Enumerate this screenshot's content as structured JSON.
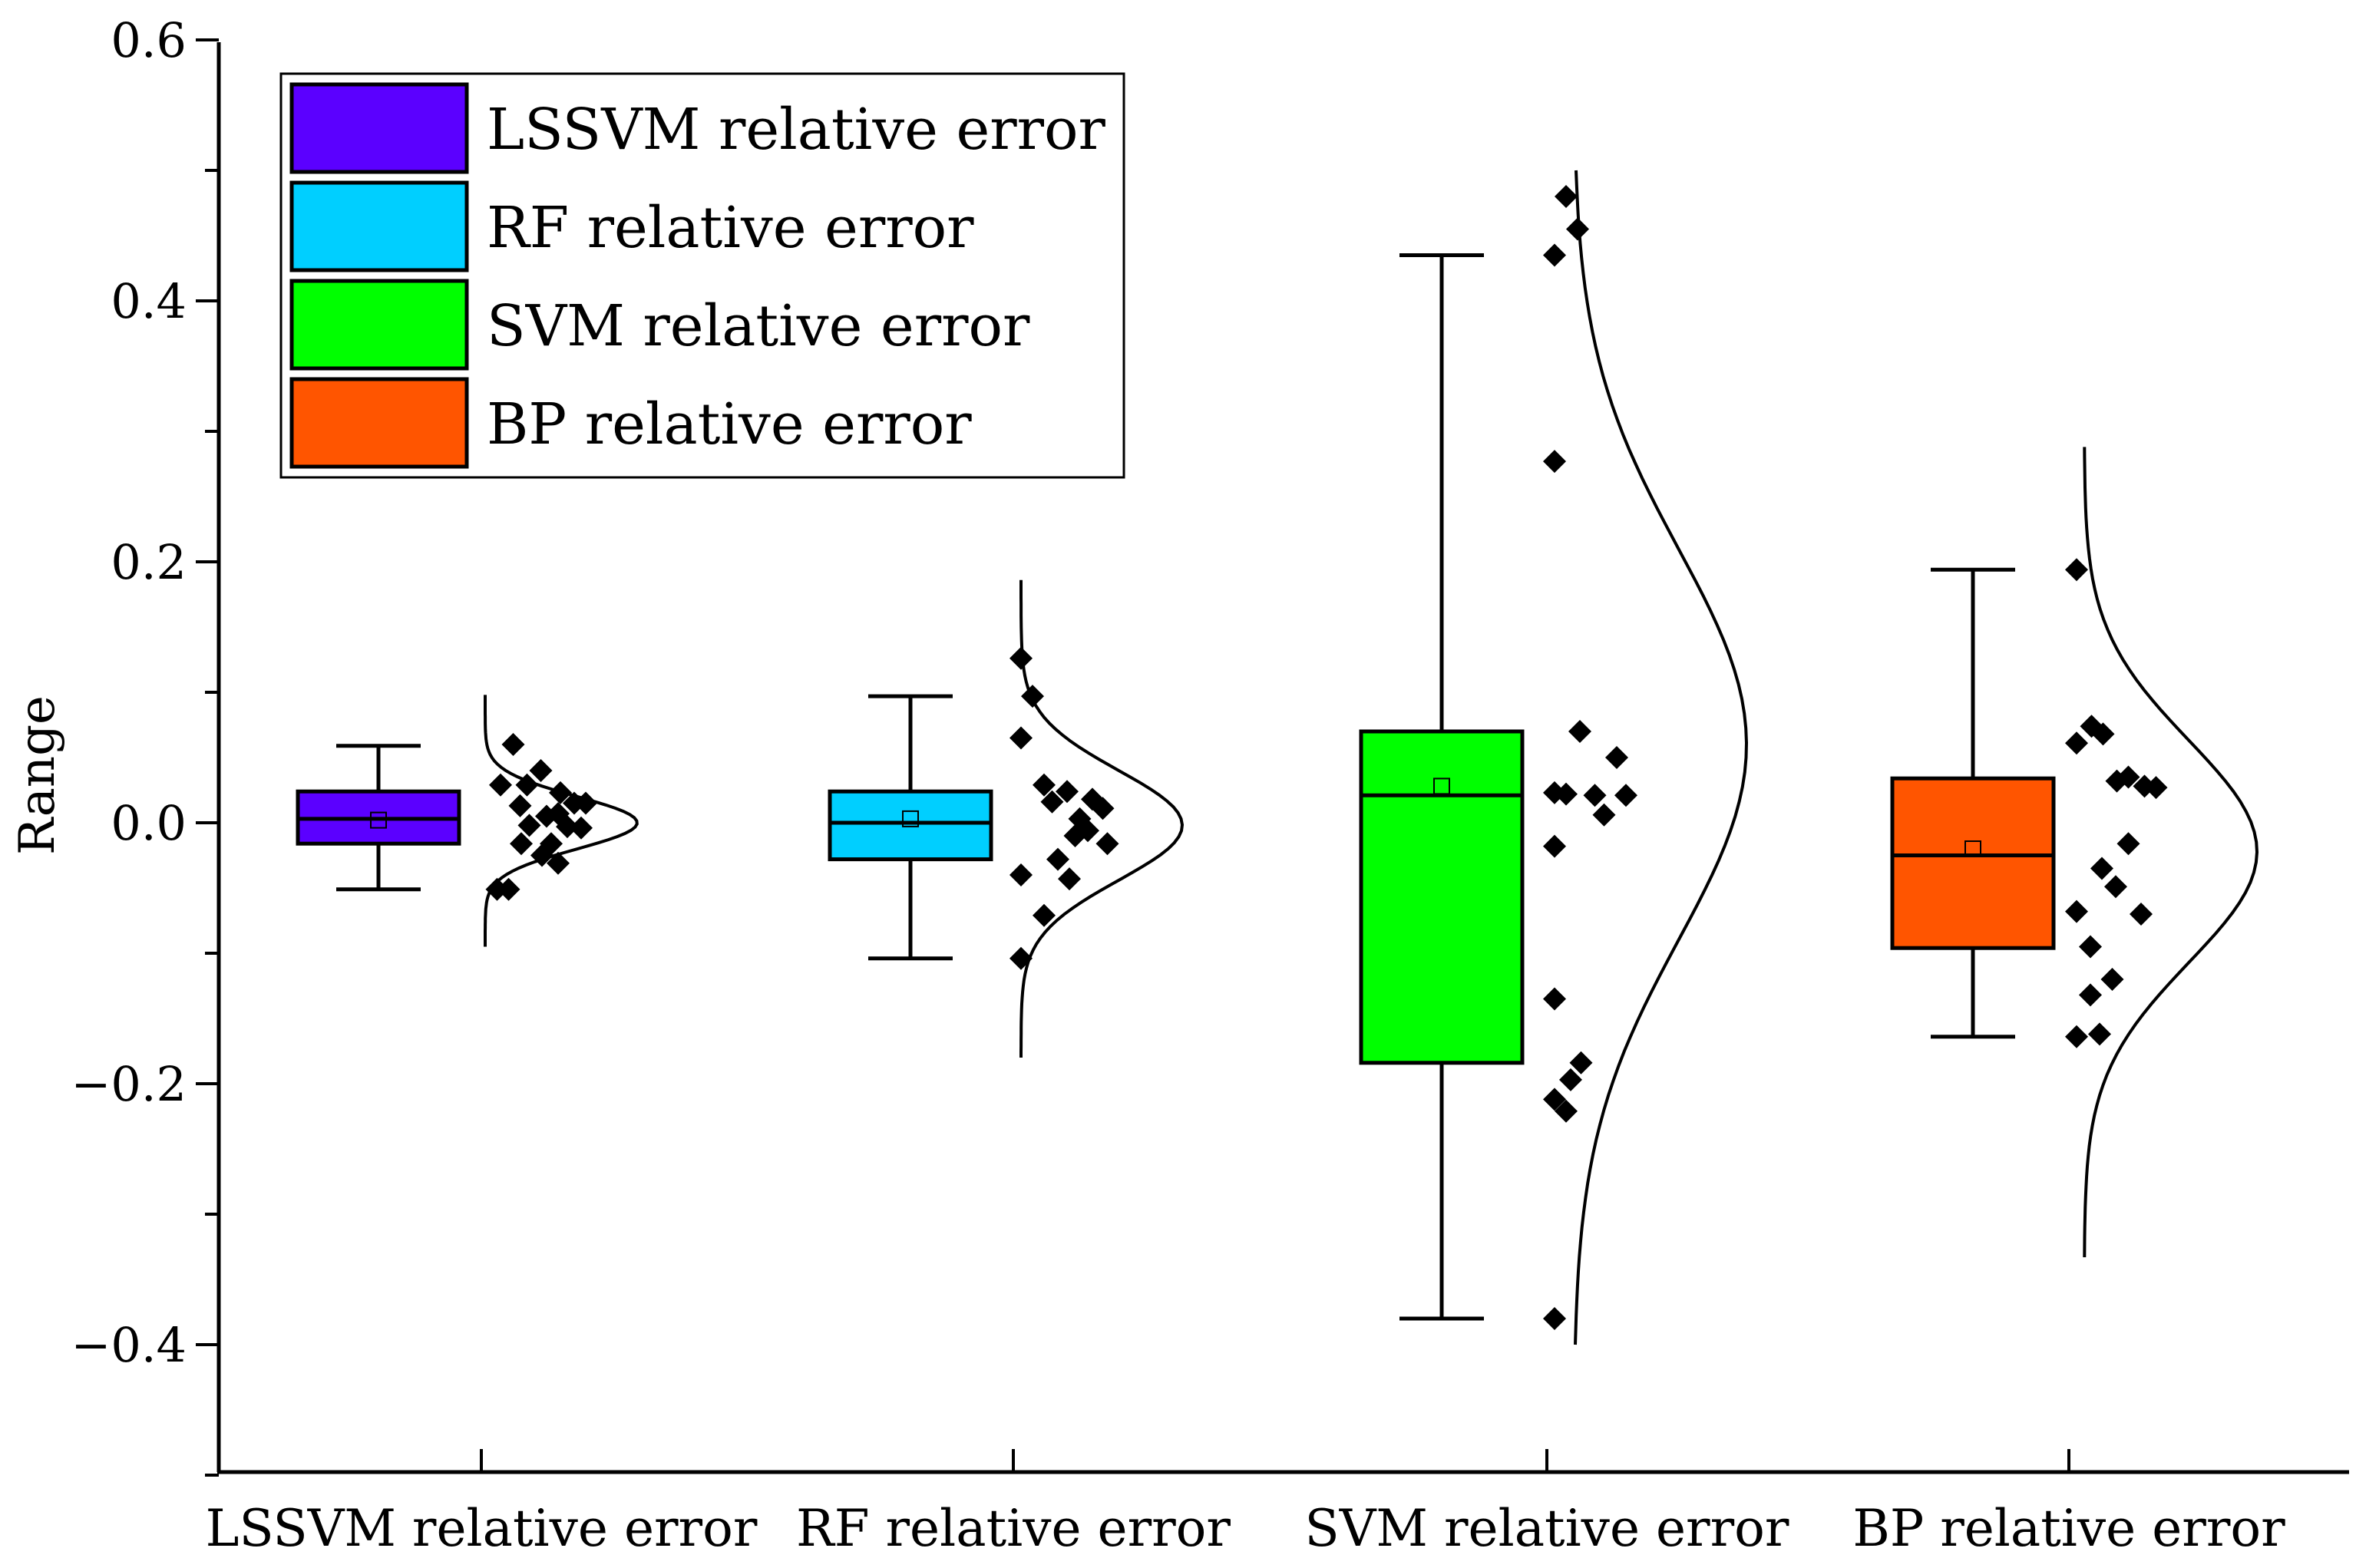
{
  "chart_data": {
    "type": "boxplot",
    "title": "",
    "xlabel": "",
    "ylabel": "Range",
    "ylim": [
      -0.5,
      0.6
    ],
    "yticks": [
      {
        "v": 0.6,
        "label": "0.6"
      },
      {
        "v": 0.4,
        "label": "0.4"
      },
      {
        "v": 0.2,
        "label": "0.2"
      },
      {
        "v": 0.0,
        "label": "0.0"
      },
      {
        "v": -0.2,
        "label": "−0.2"
      },
      {
        "v": -0.4,
        "label": "−0.4"
      }
    ],
    "grid": false,
    "legend_position": "top-left",
    "series": [
      {
        "name": "LSSVM relative error",
        "color": "#5b00ff",
        "whisker_low": -0.051,
        "q1": -0.016,
        "median": 0.003,
        "q3": 0.024,
        "whisker_high": 0.059,
        "mean": 0.002,
        "curve_low": -0.095,
        "curve_high": 0.098,
        "curve_mean": 0.0,
        "curve_sd": 0.02,
        "curve_width": 0.66,
        "points": [
          {
            "x": 0.07,
            "y": -0.051
          },
          {
            "x": 0.17,
            "y": -0.051
          },
          {
            "x": 0.1,
            "y": 0.029
          },
          {
            "x": 0.21,
            "y": 0.06
          },
          {
            "x": 0.33,
            "y": 0.029
          },
          {
            "x": 0.27,
            "y": 0.013
          },
          {
            "x": 0.45,
            "y": 0.04
          },
          {
            "x": 0.62,
            "y": 0.023
          },
          {
            "x": 0.74,
            "y": 0.015
          },
          {
            "x": 0.84,
            "y": 0.015
          },
          {
            "x": 0.6,
            "y": 0.007
          },
          {
            "x": 0.5,
            "y": 0.005
          },
          {
            "x": 0.35,
            "y": -0.002
          },
          {
            "x": 0.28,
            "y": -0.016
          },
          {
            "x": 0.54,
            "y": -0.016
          },
          {
            "x": 0.46,
            "y": -0.025
          },
          {
            "x": 0.68,
            "y": -0.003
          },
          {
            "x": 0.8,
            "y": -0.004
          },
          {
            "x": 0.6,
            "y": -0.031
          }
        ]
      },
      {
        "name": "RF relative error",
        "color": "#00cfff",
        "whisker_low": -0.104,
        "q1": -0.028,
        "median": 0.0,
        "q3": 0.024,
        "whisker_high": 0.097,
        "mean": 0.003,
        "curve_low": -0.18,
        "curve_high": 0.186,
        "curve_mean": -0.002,
        "curve_sd": 0.042,
        "curve_width": 0.7,
        "points": [
          {
            "x": 0.0,
            "y": 0.126
          },
          {
            "x": 0.1,
            "y": 0.097
          },
          {
            "x": 0.0,
            "y": 0.065
          },
          {
            "x": 0.2,
            "y": 0.029
          },
          {
            "x": 0.27,
            "y": 0.016
          },
          {
            "x": 0.4,
            "y": 0.024
          },
          {
            "x": 0.62,
            "y": 0.018
          },
          {
            "x": 0.71,
            "y": 0.011
          },
          {
            "x": 0.51,
            "y": 0.003
          },
          {
            "x": 0.58,
            "y": -0.006
          },
          {
            "x": 0.47,
            "y": -0.01
          },
          {
            "x": 0.75,
            "y": -0.016
          },
          {
            "x": 0.32,
            "y": -0.028
          },
          {
            "x": 0.42,
            "y": -0.043
          },
          {
            "x": 0.0,
            "y": -0.04
          },
          {
            "x": 0.2,
            "y": -0.071
          },
          {
            "x": 0.0,
            "y": -0.104
          }
        ]
      },
      {
        "name": "SVM relative error",
        "color": "#00ff00",
        "whisker_low": -0.38,
        "q1": -0.184,
        "median": 0.021,
        "q3": 0.07,
        "whisker_high": 0.435,
        "mean": 0.028,
        "curve_low": -0.4,
        "curve_high": 0.5,
        "curve_mean": 0.06,
        "curve_sd": 0.15,
        "curve_width": 0.75,
        "points": [
          {
            "x": 0.1,
            "y": 0.48
          },
          {
            "x": 0.2,
            "y": 0.455
          },
          {
            "x": 0.0,
            "y": 0.435
          },
          {
            "x": 0.0,
            "y": 0.277
          },
          {
            "x": 0.22,
            "y": 0.07
          },
          {
            "x": 0.54,
            "y": 0.05
          },
          {
            "x": 0.0,
            "y": 0.023
          },
          {
            "x": 0.1,
            "y": 0.022
          },
          {
            "x": 0.35,
            "y": 0.021
          },
          {
            "x": 0.62,
            "y": 0.021
          },
          {
            "x": 0.43,
            "y": 0.006
          },
          {
            "x": 0.0,
            "y": -0.018
          },
          {
            "x": 0.0,
            "y": -0.135
          },
          {
            "x": 0.23,
            "y": -0.184
          },
          {
            "x": 0.14,
            "y": -0.197
          },
          {
            "x": 0.0,
            "y": -0.212
          },
          {
            "x": 0.1,
            "y": -0.221
          },
          {
            "x": 0.0,
            "y": -0.38
          }
        ]
      },
      {
        "name": "BP relative error",
        "color": "#ff5500",
        "whisker_low": -0.164,
        "q1": -0.096,
        "median": -0.025,
        "q3": 0.034,
        "whisker_high": 0.194,
        "mean": -0.02,
        "curve_low": -0.333,
        "curve_high": 0.288,
        "curve_mean": -0.022,
        "curve_sd": 0.085,
        "curve_width": 0.75,
        "points": [
          {
            "x": 0.0,
            "y": 0.194
          },
          {
            "x": 0.13,
            "y": 0.074
          },
          {
            "x": 0.23,
            "y": 0.068
          },
          {
            "x": 0.0,
            "y": 0.061
          },
          {
            "x": 0.35,
            "y": 0.032
          },
          {
            "x": 0.45,
            "y": 0.035
          },
          {
            "x": 0.59,
            "y": 0.028
          },
          {
            "x": 0.69,
            "y": 0.027
          },
          {
            "x": 0.45,
            "y": -0.016
          },
          {
            "x": 0.22,
            "y": -0.035
          },
          {
            "x": 0.34,
            "y": -0.049
          },
          {
            "x": 0.0,
            "y": -0.068
          },
          {
            "x": 0.56,
            "y": -0.07
          },
          {
            "x": 0.12,
            "y": -0.095
          },
          {
            "x": 0.31,
            "y": -0.12
          },
          {
            "x": 0.12,
            "y": -0.132
          },
          {
            "x": 0.0,
            "y": -0.164
          },
          {
            "x": 0.2,
            "y": -0.162
          }
        ]
      }
    ]
  }
}
